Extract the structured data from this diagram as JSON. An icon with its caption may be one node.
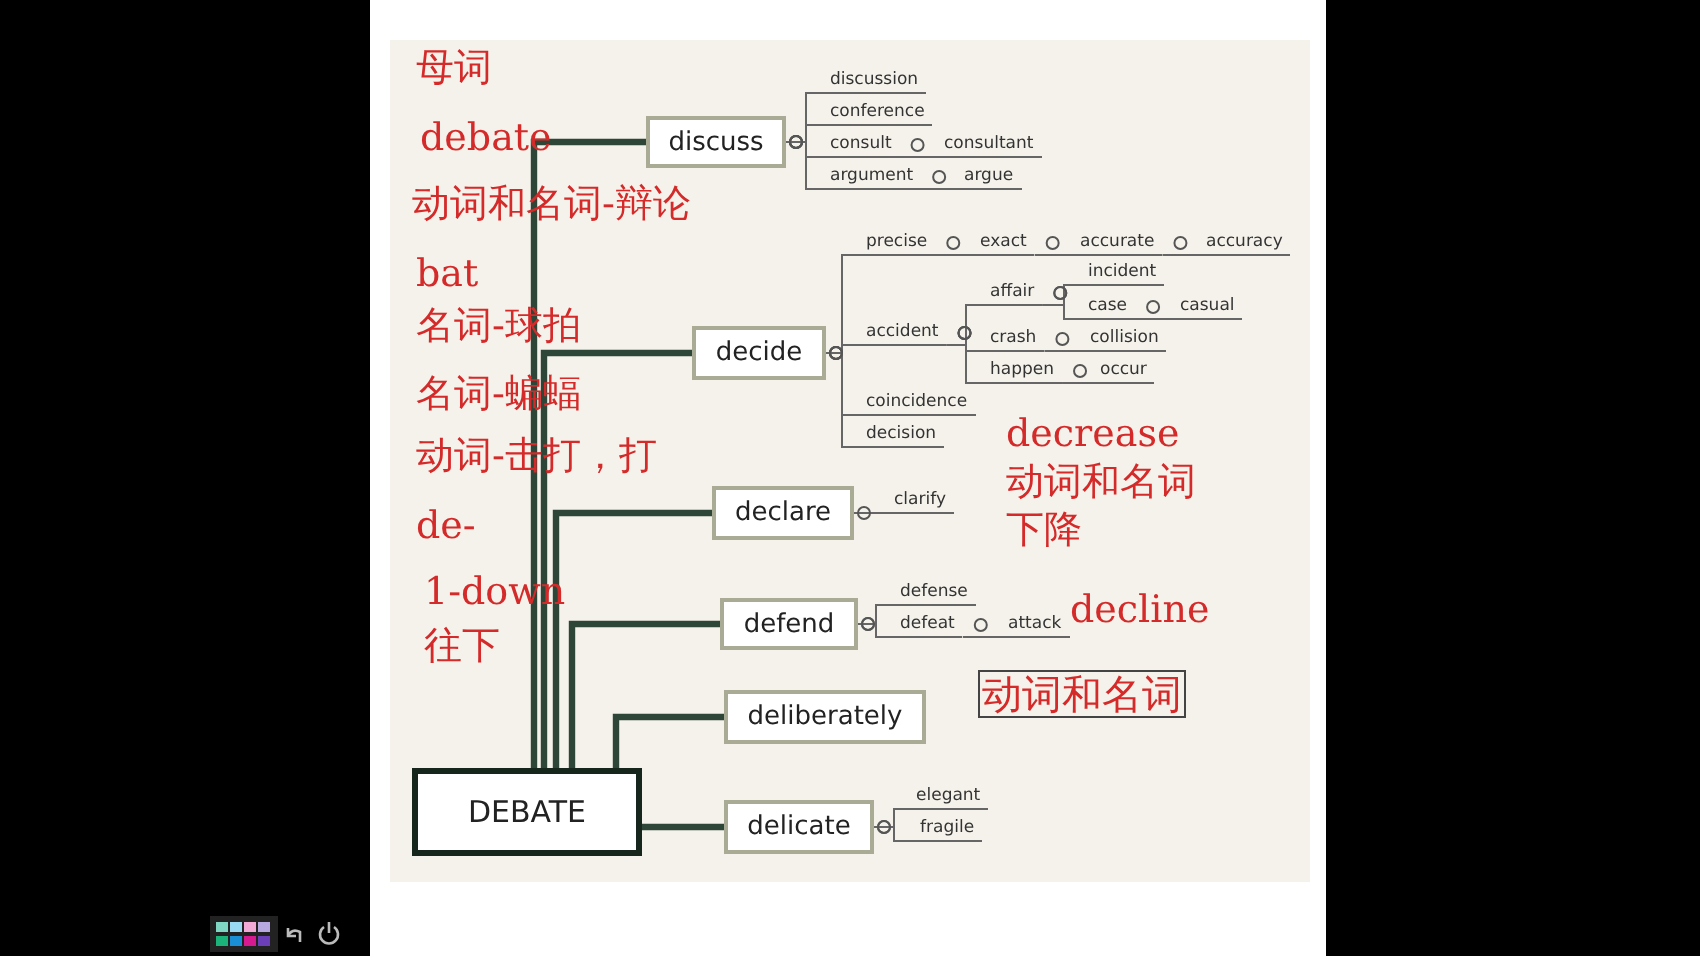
{
  "diagram": {
    "nodes": [
      {
        "text": [
          "discuss"
        ]
      },
      {
        "text": [
          "discussion"
        ]
      },
      {
        "text": [
          "conference"
        ]
      },
      {
        "text": [
          "consult"
        ]
      },
      {
        "text": [
          "consultant"
        ]
      },
      {
        "text": [
          "argument"
        ]
      },
      {
        "text": [
          "argue"
        ]
      },
      {
        "text": [
          "decide"
        ]
      },
      {
        "text": [
          "precise"
        ]
      },
      {
        "text": [
          "exact"
        ]
      },
      {
        "text": [
          "accurate"
        ]
      },
      {
        "text": [
          "accuracy"
        ]
      },
      {
        "text": [
          "accident"
        ]
      },
      {
        "text": [
          "affair"
        ]
      },
      {
        "text": [
          "incident"
        ]
      },
      {
        "text": [
          "case"
        ]
      },
      {
        "text": [
          "casual"
        ]
      },
      {
        "text": [
          "crash"
        ]
      },
      {
        "text": [
          "collision"
        ]
      },
      {
        "text": [
          "happen"
        ]
      },
      {
        "text": [
          "occur"
        ]
      },
      {
        "text": [
          "coincidence"
        ]
      },
      {
        "text": [
          "decision"
        ]
      },
      {
        "text": [
          "declare"
        ]
      },
      {
        "text": [
          "clarify"
        ]
      },
      {
        "text": [
          "defend"
        ]
      },
      {
        "text": [
          "defense"
        ]
      },
      {
        "text": [
          "defeat"
        ]
      },
      {
        "text": [
          "attack"
        ]
      },
      {
        "text": [
          "deliberately"
        ]
      },
      {
        "text": [
          "DEBATE"
        ]
      },
      {
        "text": [
          "delicate"
        ]
      },
      {
        "text": [
          "elegant"
        ]
      },
      {
        "text": [
          "fragile"
        ]
      },
      {
        "text": [
          "动词和名词"
        ]
      }
    ],
    "edges": [
      {
        "from": 30,
        "to": 0,
        "arrow": "none",
        "style": "thick"
      },
      {
        "from": 0,
        "to": 1,
        "arrow": "other"
      },
      {
        "from": 0,
        "to": 2,
        "arrow": "other"
      },
      {
        "from": 0,
        "to": 3,
        "arrow": "other"
      },
      {
        "from": 3,
        "to": 4,
        "arrow": "other"
      },
      {
        "from": 0,
        "to": 5,
        "arrow": "other"
      },
      {
        "from": 5,
        "to": 6,
        "arrow": "other"
      },
      {
        "from": 30,
        "to": 7,
        "arrow": "none",
        "style": "thick"
      },
      {
        "from": 7,
        "to": 8,
        "arrow": "other"
      },
      {
        "from": 8,
        "to": 9,
        "arrow": "other"
      },
      {
        "from": 9,
        "to": 10,
        "arrow": "other"
      },
      {
        "from": 10,
        "to": 11,
        "arrow": "other"
      },
      {
        "from": 7,
        "to": 12,
        "arrow": "other"
      },
      {
        "from": 12,
        "to": 13,
        "arrow": "other"
      },
      {
        "from": 13,
        "to": 14,
        "arrow": "other"
      },
      {
        "from": 13,
        "to": 15,
        "arrow": "other"
      },
      {
        "from": 15,
        "to": 16,
        "arrow": "other"
      },
      {
        "from": 12,
        "to": 17,
        "arrow": "other"
      },
      {
        "from": 17,
        "to": 18,
        "arrow": "other"
      },
      {
        "from": 12,
        "to": 19,
        "arrow": "other"
      },
      {
        "from": 19,
        "to": 20,
        "arrow": "other"
      },
      {
        "from": 7,
        "to": 21,
        "arrow": "other"
      },
      {
        "from": 7,
        "to": 22,
        "arrow": "other"
      },
      {
        "from": 30,
        "to": 23,
        "arrow": "none",
        "style": "thick"
      },
      {
        "from": 23,
        "to": 24,
        "arrow": "other"
      },
      {
        "from": 30,
        "to": 25,
        "arrow": "none",
        "style": "thick"
      },
      {
        "from": 25,
        "to": 26,
        "arrow": "other"
      },
      {
        "from": 25,
        "to": 27,
        "arrow": "other"
      },
      {
        "from": 27,
        "to": 28,
        "arrow": "other"
      },
      {
        "from": 30,
        "to": 29,
        "arrow": "none",
        "style": "thick"
      },
      {
        "from": 30,
        "to": 31,
        "arrow": "none",
        "style": "thick"
      },
      {
        "from": 31,
        "to": 32,
        "arrow": "other"
      },
      {
        "from": 31,
        "to": 33,
        "arrow": "other"
      }
    ],
    "labels": [
      "母词",
      "debate",
      "动词和名词-辩论",
      "bat",
      "名词-球拍",
      "名词-蝙蝠",
      "decrease",
      "动词-击打，打",
      "动词和名词",
      "de-",
      "下降",
      "1-down",
      "decline",
      "往下"
    ]
  }
}
